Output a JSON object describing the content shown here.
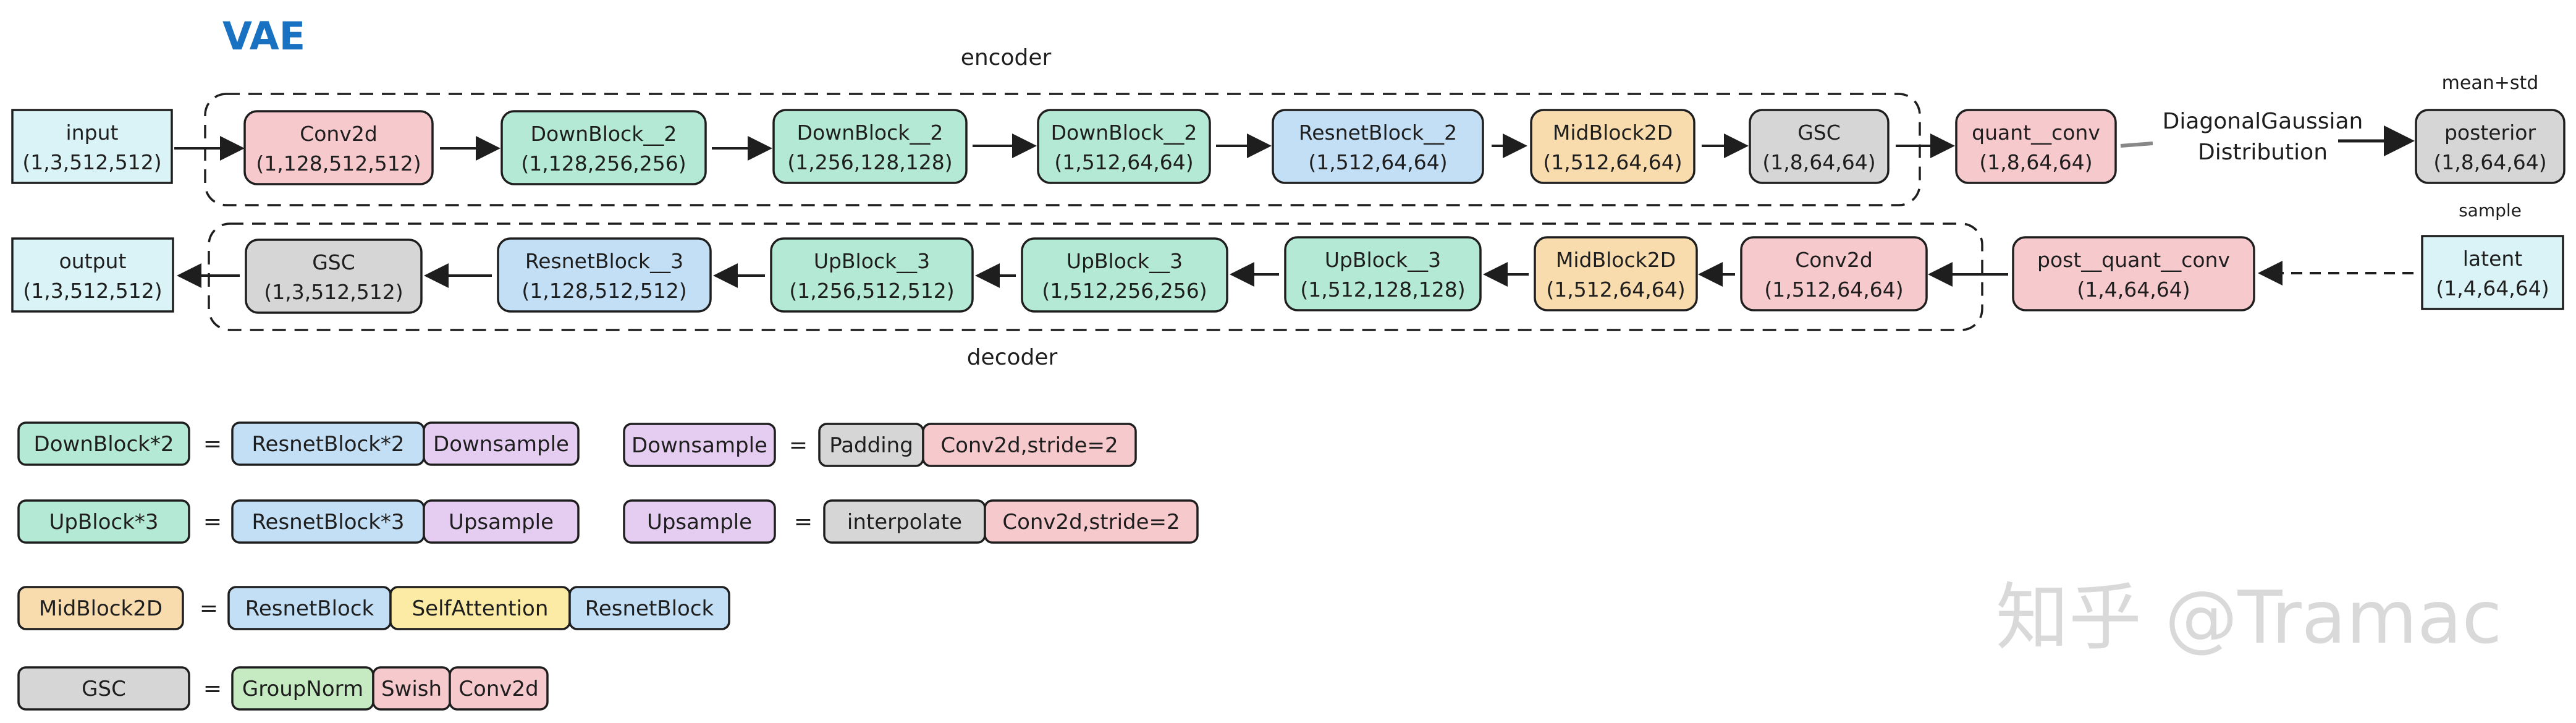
{
  "title": "VAE",
  "labels": {
    "encoder": "encoder",
    "decoder": "decoder",
    "mean_std": "mean+std",
    "sample": "sample",
    "diag1": "DiagonalGaussian",
    "diag2": "Distribution"
  },
  "colors": {
    "stroke": "#1e1e1e",
    "title": "#1971c2",
    "cyan": "#d9f3f6",
    "red": "#f6c9cd",
    "teal": "#b4e9d6",
    "blue": "#c3dff5",
    "orange": "#f8dcae",
    "gray": "#d6d6d6",
    "purple": "#e5cdf2",
    "yellow": "#fbeba4",
    "green": "#c6ebc3",
    "watermark": "#d9d9d9"
  },
  "encoder": [
    {
      "name": "input",
      "shape": "(1,3,512,512)"
    },
    {
      "name": "Conv2d",
      "shape": "(1,128,512,512)"
    },
    {
      "name": "DownBlock__2",
      "shape": "(1,128,256,256)"
    },
    {
      "name": "DownBlock__2",
      "shape": "(1,256,128,128)"
    },
    {
      "name": "DownBlock__2",
      "shape": "(1,512,64,64)"
    },
    {
      "name": "ResnetBlock__2",
      "shape": "(1,512,64,64)"
    },
    {
      "name": "MidBlock2D",
      "shape": "(1,512,64,64)"
    },
    {
      "name": "GSC",
      "shape": "(1,8,64,64)"
    },
    {
      "name": "quant__conv",
      "shape": "(1,8,64,64)"
    },
    {
      "name": "posterior",
      "shape": "(1,8,64,64)"
    }
  ],
  "decoder": [
    {
      "name": "latent",
      "shape": "(1,4,64,64)"
    },
    {
      "name": "post__quant__conv",
      "shape": "(1,4,64,64)"
    },
    {
      "name": "Conv2d",
      "shape": "(1,512,64,64)"
    },
    {
      "name": "MidBlock2D",
      "shape": "(1,512,64,64)"
    },
    {
      "name": "UpBlock__3",
      "shape": "(1,512,128,128)"
    },
    {
      "name": "UpBlock__3",
      "shape": "(1,512,256,256)"
    },
    {
      "name": "UpBlock__3",
      "shape": "(1,256,512,512)"
    },
    {
      "name": "ResnetBlock__3",
      "shape": "(1,128,512,512)"
    },
    {
      "name": "GSC",
      "shape": "(1,3,512,512)"
    },
    {
      "name": "output",
      "shape": "(1,3,512,512)"
    }
  ],
  "legend": {
    "eq": "=",
    "downblock": {
      "lhs": "DownBlock*2",
      "parts": [
        "ResnetBlock*2",
        "Downsample"
      ]
    },
    "downsample": {
      "lhs": "Downsample",
      "parts": [
        "Padding",
        "Conv2d,stride=2"
      ]
    },
    "upblock": {
      "lhs": "UpBlock*3",
      "parts": [
        "ResnetBlock*3",
        "Upsample"
      ]
    },
    "upsample": {
      "lhs": "Upsample",
      "parts": [
        "interpolate",
        "Conv2d,stride=2"
      ]
    },
    "midblock": {
      "lhs": "MidBlock2D",
      "parts": [
        "ResnetBlock",
        "SelfAttention",
        "ResnetBlock"
      ]
    },
    "gsc": {
      "lhs": "GSC",
      "parts": [
        "GroupNorm",
        "Swish",
        "Conv2d"
      ]
    }
  },
  "watermark": "知乎 @Tramac"
}
